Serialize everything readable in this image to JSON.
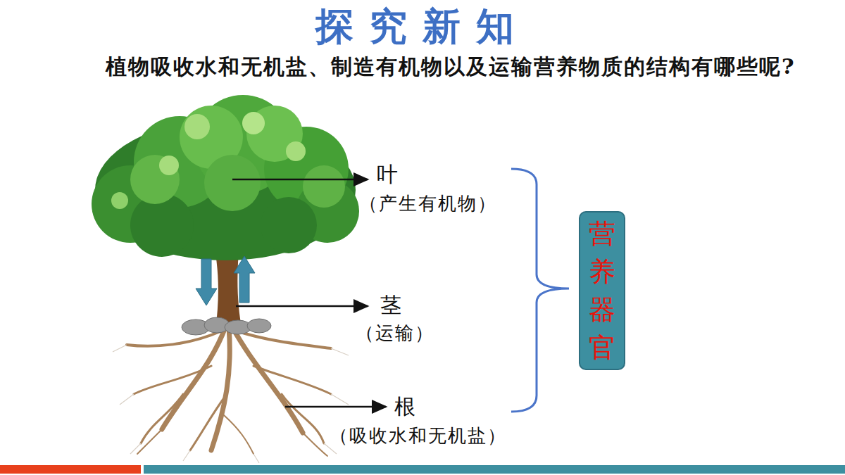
{
  "diagram": {
    "title": "探究新知",
    "nodes": [
      {
        "text": [
          "营养器官"
        ]
      }
    ],
    "labels": [
      "植物吸收水和无机盐、制造有机物以及运输营养物质的结构有哪些呢?",
      "叶",
      "（产生有机物）",
      "茎",
      "（运输）",
      "根",
      "（吸收水和无机盐）"
    ]
  }
}
